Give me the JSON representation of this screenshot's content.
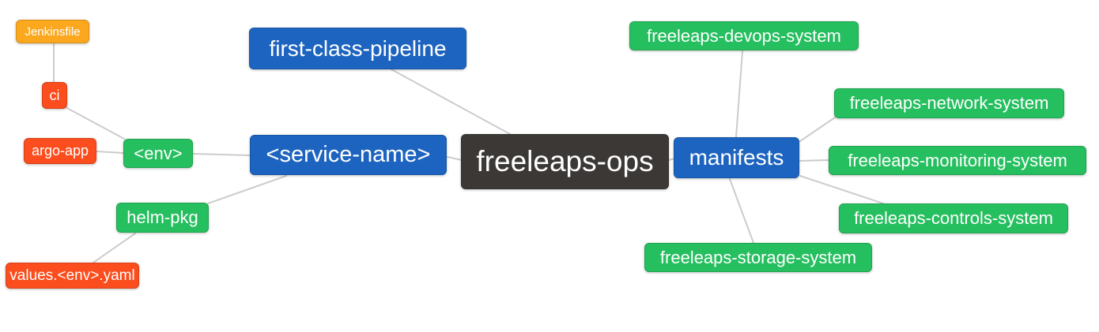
{
  "colors": {
    "background": "#ffffff",
    "text": "#ffffff",
    "edge": "#cccccc",
    "root": "#3b3836",
    "level1": "#1d64c0",
    "level2": "#26bf5f",
    "level3": "#fb4d1d",
    "level4": "#fba81e"
  },
  "nodes": {
    "root": {
      "label": "freeleaps-ops",
      "level": "root"
    },
    "first_class_pipeline": {
      "label": "first-class-pipeline",
      "level": "1"
    },
    "service_name": {
      "label": "<service-name>",
      "level": "1"
    },
    "manifests": {
      "label": "manifests",
      "level": "1"
    },
    "env": {
      "label": "<env>",
      "level": "2"
    },
    "helm_pkg": {
      "label": "helm-pkg",
      "level": "2"
    },
    "ci": {
      "label": "ci",
      "level": "3"
    },
    "argo_app": {
      "label": "argo-app",
      "level": "3"
    },
    "values_env_yaml": {
      "label": "values.<env>.yaml",
      "level": "3"
    },
    "jenkinsfile": {
      "label": "Jenkinsfile",
      "level": "4"
    },
    "devops_system": {
      "label": "freeleaps-devops-system",
      "level": "2"
    },
    "network_system": {
      "label": "freeleaps-network-system",
      "level": "2"
    },
    "monitoring_system": {
      "label": "freeleaps-monitoring-system",
      "level": "2"
    },
    "controls_system": {
      "label": "freeleaps-controls-system",
      "level": "2"
    },
    "storage_system": {
      "label": "freeleaps-storage-system",
      "level": "2"
    }
  },
  "edges": [
    {
      "from": "jenkinsfile",
      "to": "ci"
    },
    {
      "from": "ci",
      "to": "env"
    },
    {
      "from": "argo_app",
      "to": "env"
    },
    {
      "from": "env",
      "to": "service_name"
    },
    {
      "from": "helm_pkg",
      "to": "service_name"
    },
    {
      "from": "values_env_yaml",
      "to": "helm_pkg"
    },
    {
      "from": "first_class_pipeline",
      "to": "root"
    },
    {
      "from": "service_name",
      "to": "root"
    },
    {
      "from": "root",
      "to": "manifests"
    },
    {
      "from": "devops_system",
      "to": "manifests"
    },
    {
      "from": "manifests",
      "to": "network_system"
    },
    {
      "from": "manifests",
      "to": "monitoring_system"
    },
    {
      "from": "manifests",
      "to": "controls_system"
    },
    {
      "from": "manifests",
      "to": "storage_system"
    }
  ]
}
